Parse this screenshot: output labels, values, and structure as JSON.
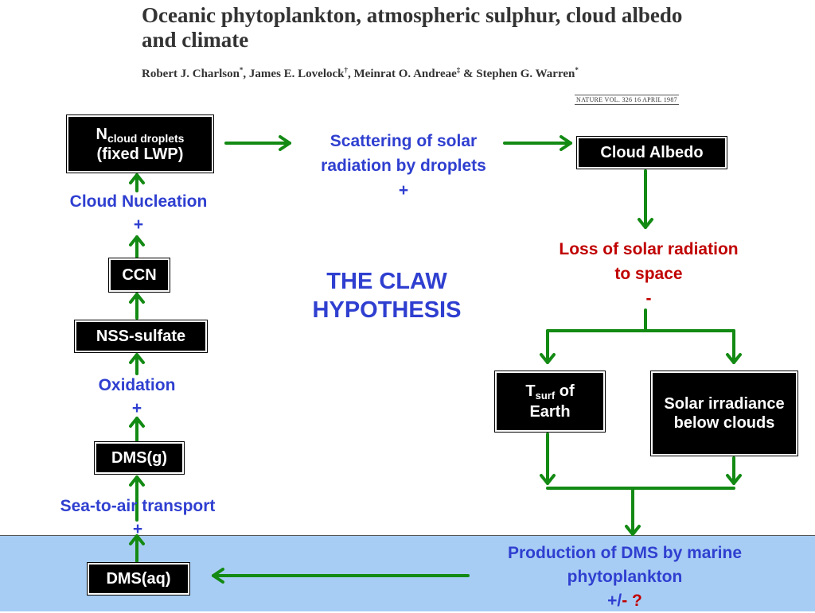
{
  "header": {
    "paper_title": "Oceanic phytoplankton, atmospheric sulphur, cloud albedo and climate",
    "authors": [
      {
        "name": "Robert J. Charlson",
        "mark": "*"
      },
      {
        "name": "James E. Lovelock",
        "mark": "†"
      },
      {
        "name": "Meinrat O. Andreae",
        "mark": "‡"
      },
      {
        "name": "Stephen G. Warren",
        "mark": "*"
      }
    ],
    "author_separator": ", ",
    "author_last_joiner": " & ",
    "citation": "NATURE VOL. 326 16 APRIL 1987"
  },
  "diagram": {
    "title": "THE CLAW HYPOTHESIS",
    "boxes": {
      "ncloud_main": "N",
      "ncloud_sub": "cloud droplets",
      "ncloud_line2": "(fixed LWP)",
      "ccn": "CCN",
      "nss_sulfate": "NSS-sulfate",
      "dms_g": "DMS(g)",
      "dms_aq": "DMS(aq)",
      "cloud_albedo": "Cloud Albedo",
      "tsurf_main": "T",
      "tsurf_sub": "surf",
      "tsurf_rest": " of",
      "tsurf_line2": "Earth",
      "solar_irradiance": "Solar irradiance below clouds"
    },
    "labels": {
      "scattering": "Scattering of solar radiation by droplets",
      "scattering_sign": "+",
      "cloud_nucleation": "Cloud Nucleation",
      "cloud_nucleation_sign": "+",
      "oxidation": "Oxidation",
      "oxidation_sign": "+",
      "sea_to_air": "Sea-to-air transport",
      "sea_to_air_sign": "+",
      "loss_solar": "Loss of solar radiation to space",
      "loss_solar_sign": "-",
      "production": "Production of DMS by marine phytoplankton",
      "production_sign_a": "+/",
      "production_sign_b": "- ?"
    }
  },
  "colors": {
    "arrow_green": "#138a13",
    "label_blue": "#2f3fd0",
    "label_red": "#c00000",
    "sea_blue": "#a8cdf4",
    "box_black": "#000000"
  }
}
